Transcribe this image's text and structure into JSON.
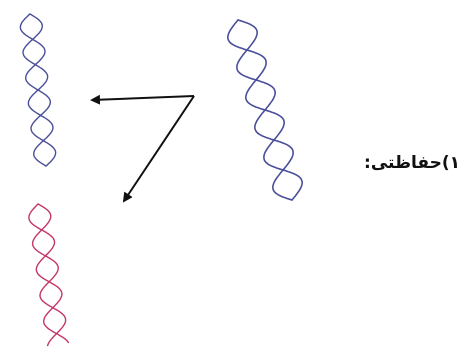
{
  "caption": "۱)حفاظتی:",
  "colors": {
    "parent_strand": "#4a4f9a",
    "new_strand_blue": "#4a4f9a",
    "new_strand_red": "#c2366a",
    "arrow": "#111111"
  },
  "icons": {
    "parent_dna": "double-helix",
    "daughter_dna_top": "double-helix",
    "daughter_dna_bottom": "double-helix",
    "arrows": "arrow"
  }
}
